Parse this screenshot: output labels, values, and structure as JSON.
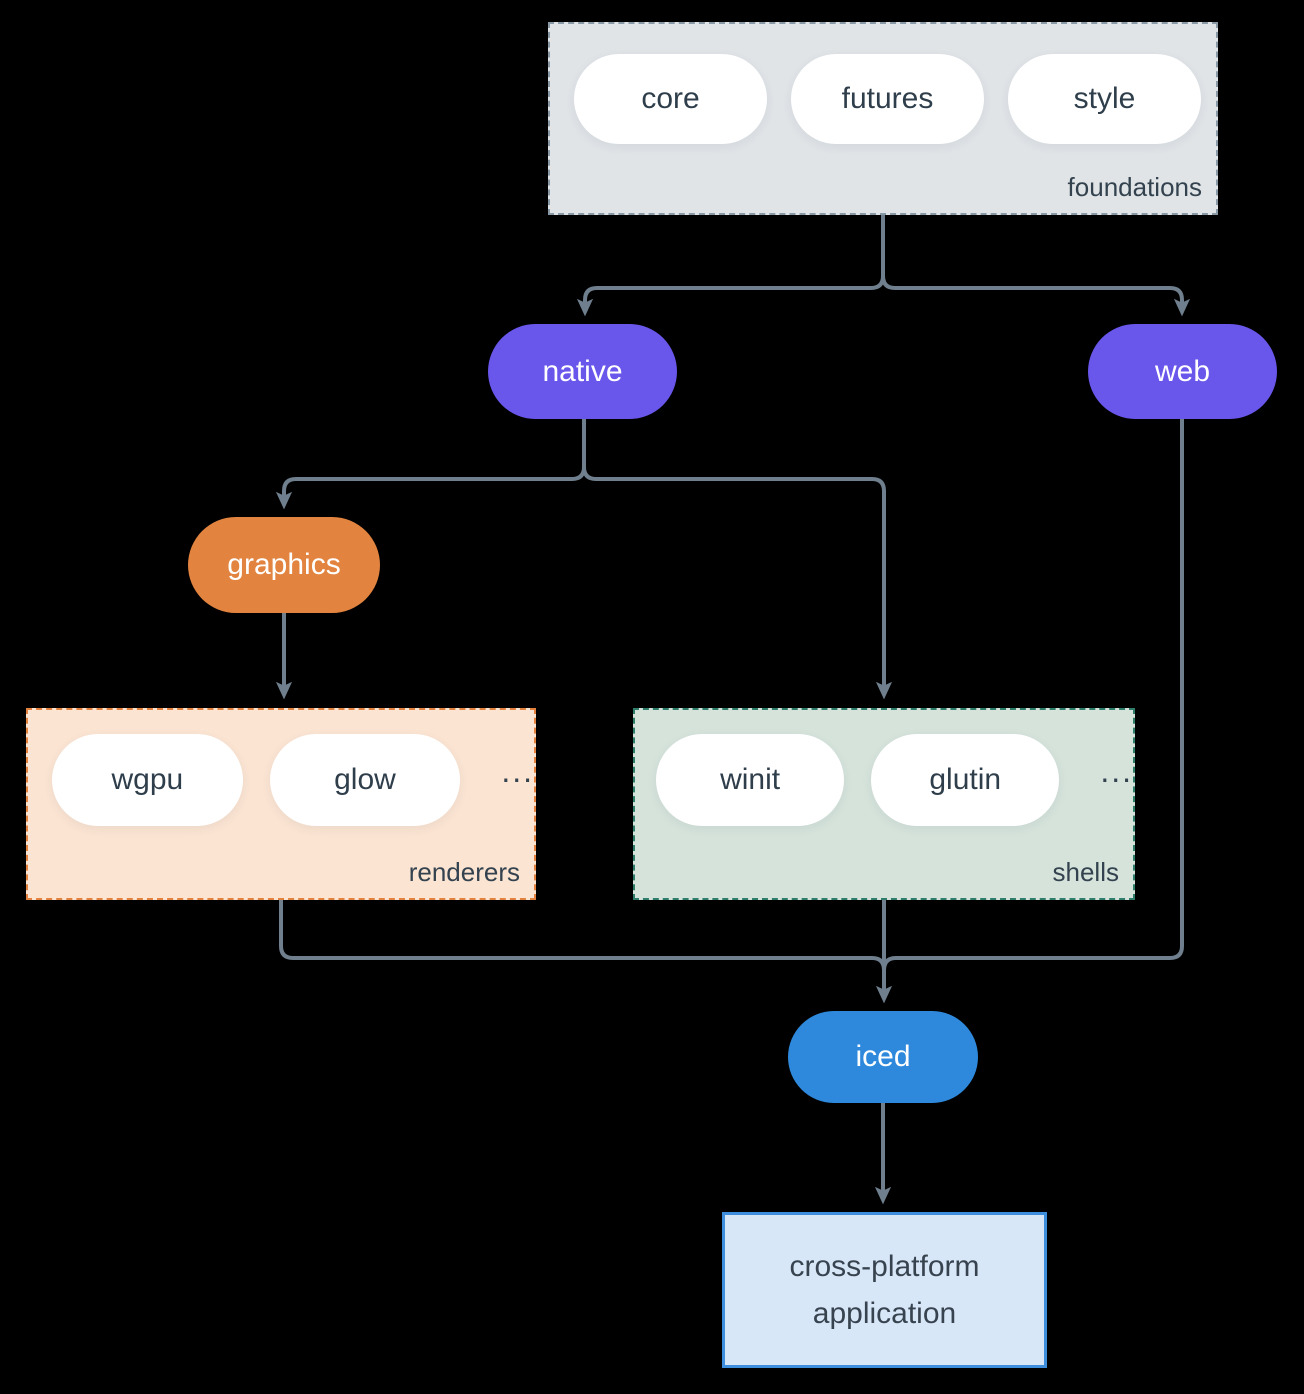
{
  "diagram": {
    "background": "#000000",
    "edge_color": "#6f7f8e",
    "groups": {
      "foundations": {
        "label": "foundations",
        "fill": "#e0e4e7",
        "border": "#8a99a6",
        "items": [
          "core",
          "futures",
          "style"
        ]
      },
      "renderers": {
        "label": "renderers",
        "fill": "#fbe4d2",
        "border": "#e2823e",
        "items": [
          "wgpu",
          "glow"
        ],
        "ellipsis": "..."
      },
      "shells": {
        "label": "shells",
        "fill": "#d5e3db",
        "border": "#2f7e6c",
        "items": [
          "winit",
          "glutin"
        ],
        "ellipsis": "..."
      }
    },
    "nodes": {
      "native": {
        "label": "native",
        "fill": "#6956eb",
        "text_color": "#ffffff"
      },
      "web": {
        "label": "web",
        "fill": "#6956eb",
        "text_color": "#ffffff"
      },
      "graphics": {
        "label": "graphics",
        "fill": "#e2833f",
        "text_color": "#ffffff"
      },
      "iced": {
        "label": "iced",
        "fill": "#2e89dc",
        "text_color": "#ffffff"
      },
      "application": {
        "label_line1": "cross-platform",
        "label_line2": "application",
        "fill": "#d8e7f8",
        "border": "#3e8ede",
        "text_color": "#37434e"
      }
    },
    "pill_text_color": "#2f3e4b",
    "group_label_color": "#33424e"
  }
}
